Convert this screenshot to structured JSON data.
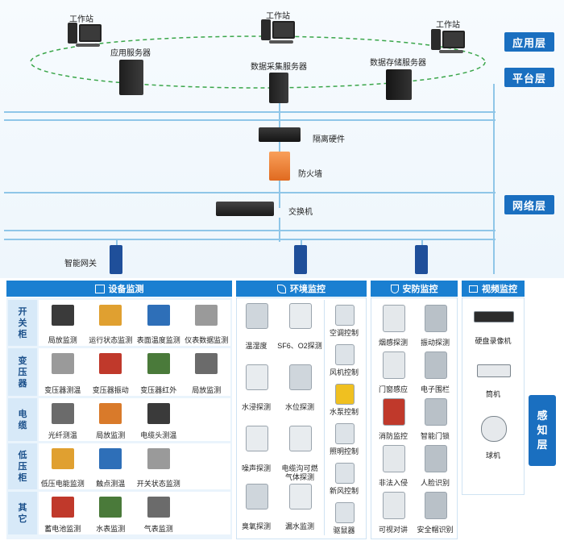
{
  "layers": {
    "app": "应用层",
    "platform": "平台层",
    "network": "网络层",
    "sense": "感\n知\n层"
  },
  "top": {
    "ws1": "工作站",
    "ws2": "工作站",
    "ws3": "工作站",
    "app_server": "应用服务器",
    "collect_server": "数据采集服务器",
    "storage_server": "数据存储服务器"
  },
  "mid": {
    "isolation": "隔离硬件",
    "firewall": "防火墙",
    "switch": "交换机",
    "gateway": "智能网关"
  },
  "panels": {
    "device": "设备监测",
    "env": "环境监控",
    "security": "安防监控",
    "video": "视频监控"
  },
  "device_rows": [
    {
      "label": "开\n关\n柜",
      "items": [
        "局放监测",
        "运行状态监测",
        "表面温度监测",
        "仪表数据监测"
      ]
    },
    {
      "label": "变\n压\n器",
      "items": [
        "变压器测温",
        "变压器振动",
        "变压器红外",
        "局放监测"
      ]
    },
    {
      "label": "电\n缆",
      "items": [
        "光纤测温",
        "局放监测",
        "电缆头测温"
      ]
    },
    {
      "label": "低\n压\n柜",
      "items": [
        "低压电能监测",
        "触点测温",
        "开关状态监测"
      ]
    },
    {
      "label": "其\n它",
      "items": [
        "蓄电池监测",
        "水表监测",
        "气表监测"
      ]
    }
  ],
  "env_items": [
    "温湿度",
    "SF6、O2探测",
    "水浸探测",
    "水位探测",
    "噪声探测",
    "电缆沟可燃\n气体探测",
    "臭氧探测",
    "漏水监测"
  ],
  "env_right": [
    "空调控制",
    "风机控制",
    "水泵控制",
    "照明控制",
    "新风控制",
    "驱鼠器"
  ],
  "security_items": [
    "烟感探测",
    "振动探测",
    "门窗感应",
    "电子围栏",
    "消防监控",
    "智能门锁",
    "非法入侵",
    "人脸识别",
    "可视对讲",
    "安全帽识别"
  ],
  "video_items": [
    "硬盘录像机",
    "筒机",
    "球机"
  ],
  "colors": {
    "accent": "#1a6fc0",
    "panel_head": "#1a7fd1",
    "line": "#8fc6e8"
  }
}
